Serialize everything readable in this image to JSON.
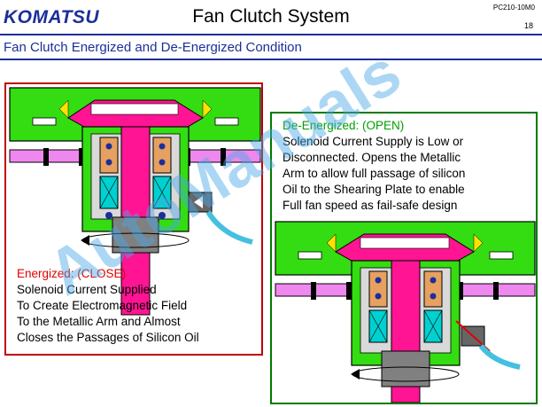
{
  "header": {
    "logo": "KOMATSU",
    "title": "Fan Clutch System",
    "model_code": "PC210-10M0",
    "page_number": "18"
  },
  "subtitle": "Fan Clutch Energized and De-Energized Condition",
  "energized": {
    "state": "Energized: (CLOSE)",
    "lines": [
      "Solenoid Current Supplied",
      "To Create Electromagnetic Field",
      "To the Metallic Arm and Almost",
      "Closes the Passages of Silicon Oil"
    ]
  },
  "de_energized": {
    "state": "De-Energized: (OPEN)",
    "lines": [
      "Solenoid Current Supply is Low or",
      "Disconnected. Opens the Metallic",
      "Arm to allow full passage of silicon",
      "Oil to the Shearing Plate to enable",
      "Full fan speed as fail-safe design"
    ]
  },
  "watermark": "AutoManuals",
  "colors": {
    "brand_blue": "#1b2f9a",
    "energized_border": "#c00000",
    "de_energized_border": "#007a00",
    "housing_green": "#33dd11",
    "rotor_magenta": "#ff1493",
    "coil_orange": "#e6a060",
    "coil_cyan": "#00d0d0"
  }
}
